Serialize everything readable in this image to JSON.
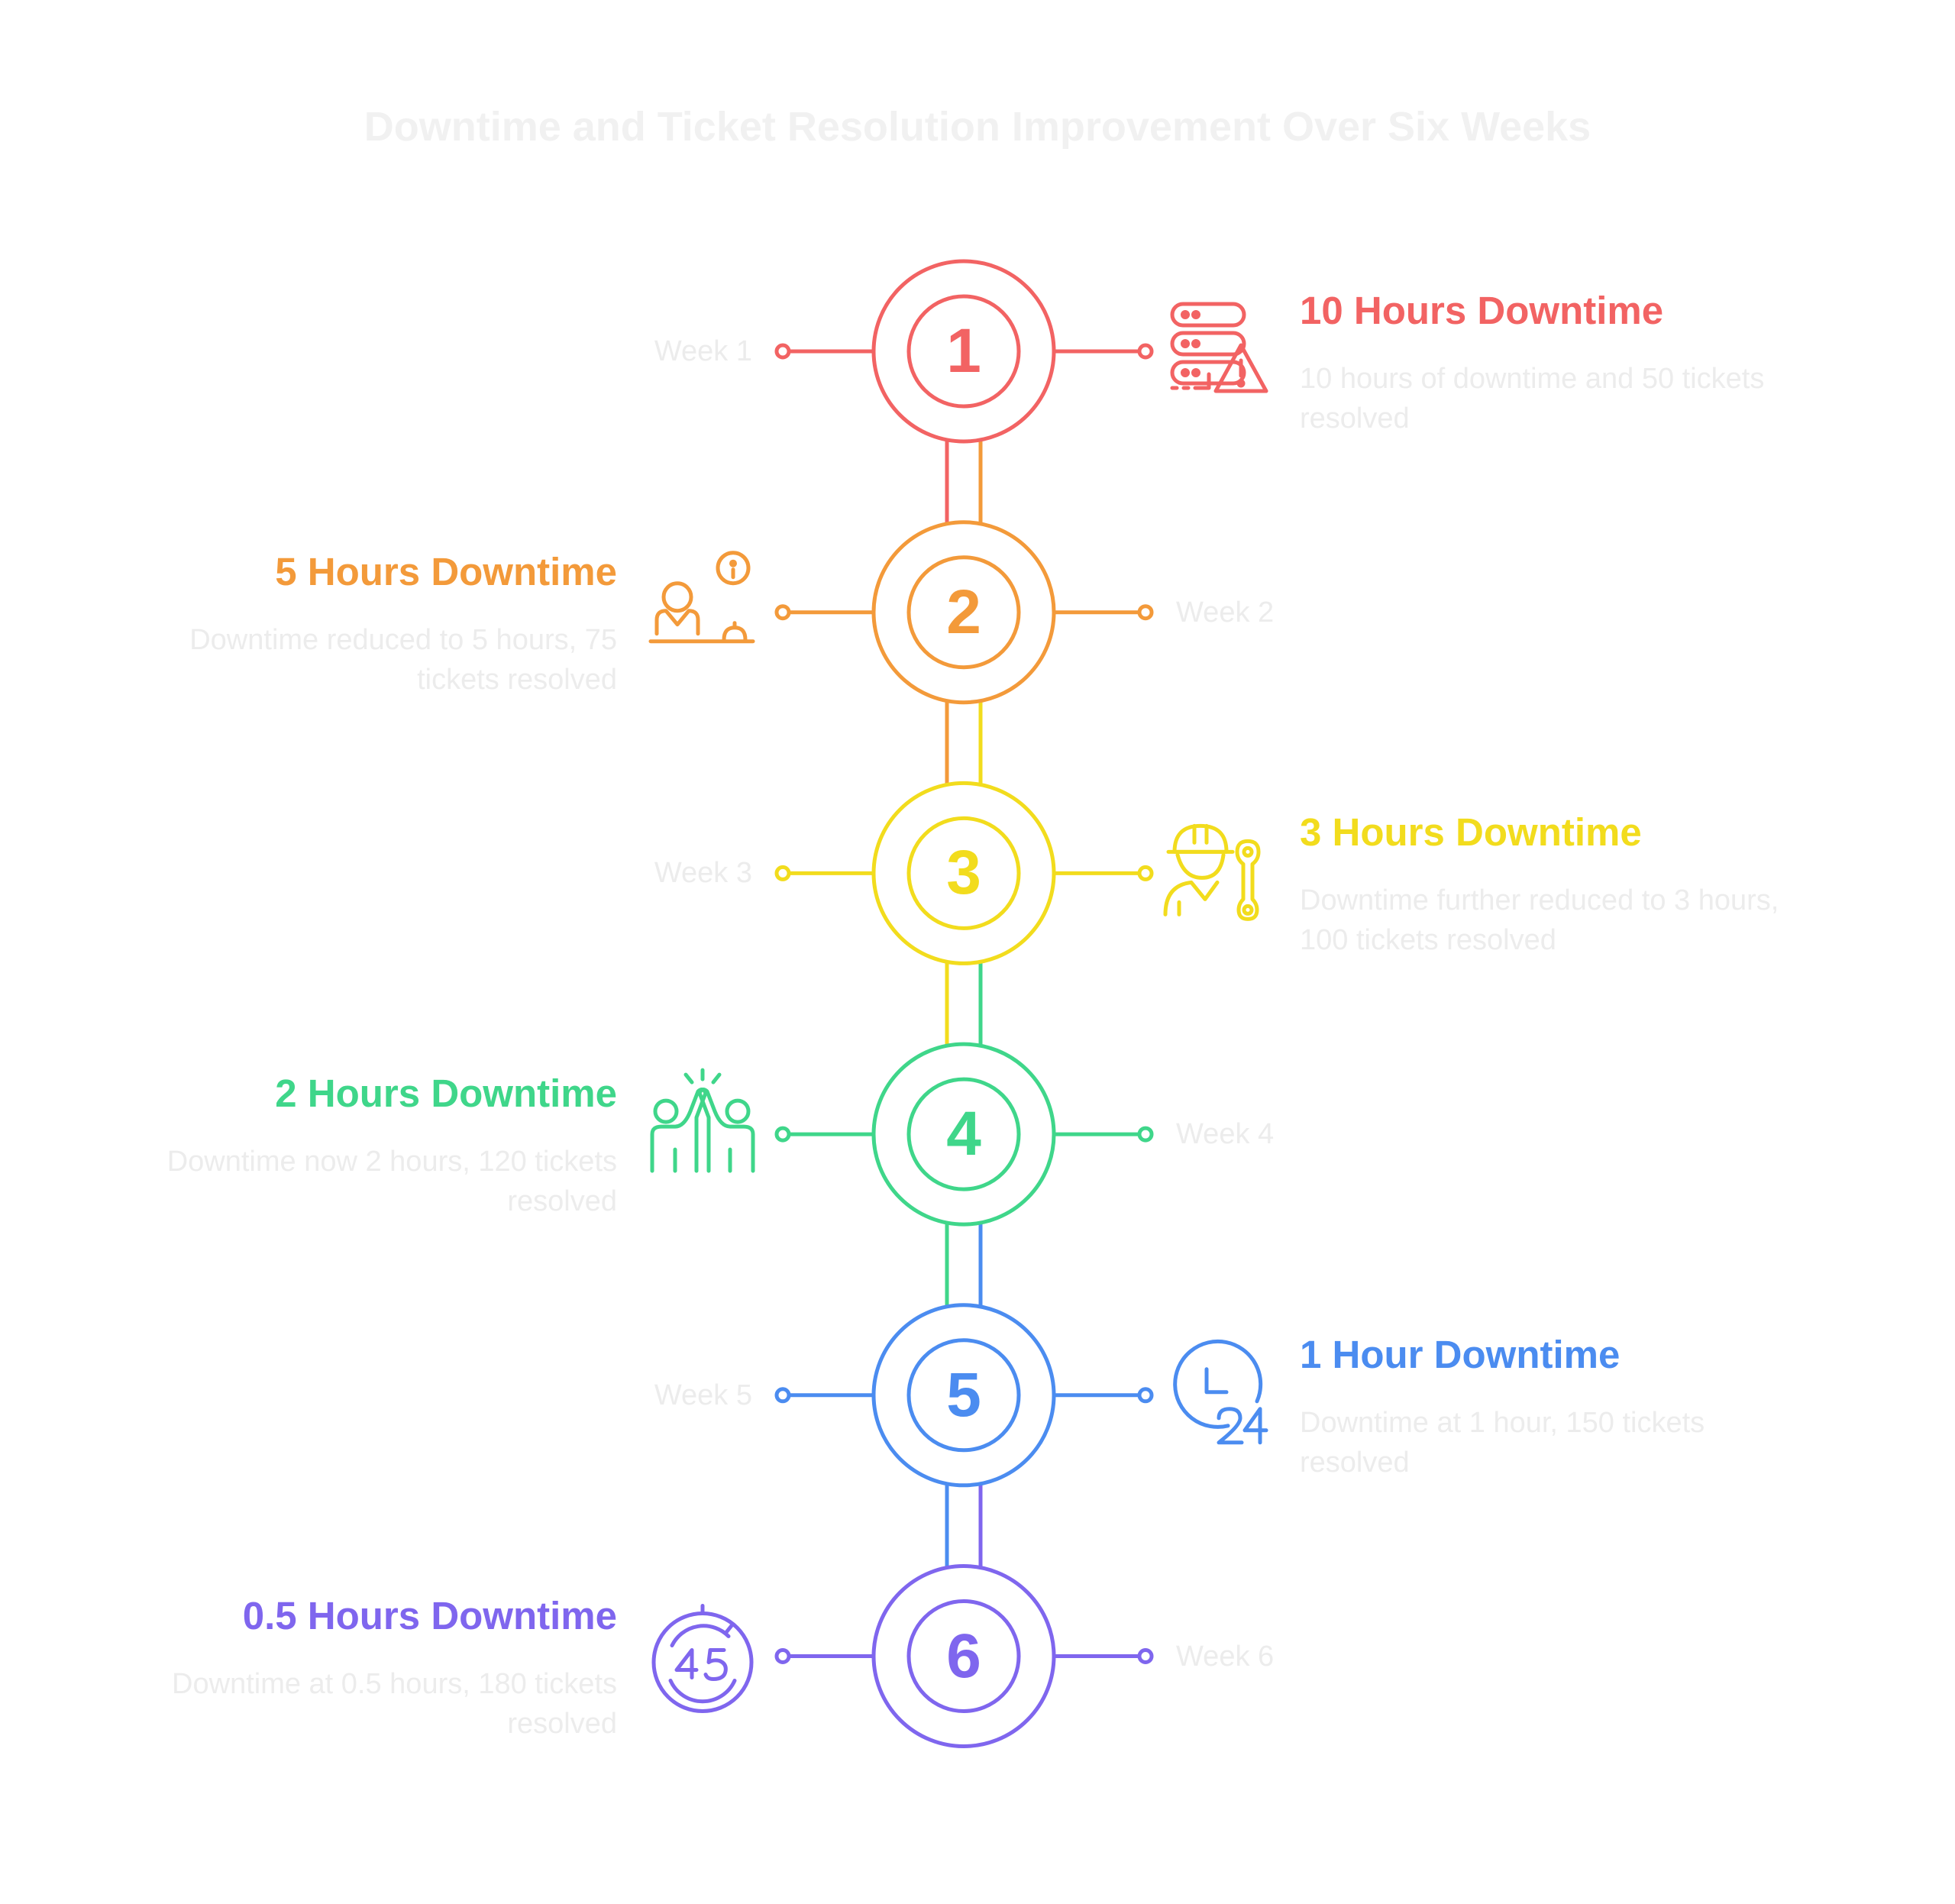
{
  "title": "Downtime and Ticket Resolution Improvement Over Six Weeks",
  "steps": [
    {
      "number": "1",
      "week": "Week 1",
      "heading": "10 Hours Downtime",
      "description": "10 hours of downtime and 50 tickets resolved",
      "color": "#f26363",
      "side": "right",
      "icon": "server-warning-icon"
    },
    {
      "number": "2",
      "week": "Week 2",
      "heading": "5 Hours Downtime",
      "description": "Downtime reduced to 5 hours, 75 tickets resolved",
      "color": "#f39a3a",
      "side": "left",
      "icon": "help-desk-icon"
    },
    {
      "number": "3",
      "week": "Week 3",
      "heading": "3 Hours Downtime",
      "description": "Downtime further reduced to 3 hours, 100 tickets resolved",
      "color": "#f2dc1d",
      "side": "right",
      "icon": "technician-wrench-icon"
    },
    {
      "number": "4",
      "week": "Week 4",
      "heading": "2 Hours Downtime",
      "description": "Downtime now 2 hours, 120 tickets resolved",
      "color": "#3fd68a",
      "side": "left",
      "icon": "high-five-icon"
    },
    {
      "number": "5",
      "week": "Week 5",
      "heading": "1 Hour Downtime",
      "description": "Downtime at 1 hour, 150 tickets resolved",
      "color": "#4b8cf0",
      "side": "right",
      "icon": "clock-24-icon"
    },
    {
      "number": "6",
      "week": "Week 6",
      "heading": "0.5 Hours Downtime",
      "description": "Downtime at 0.5 hours, 180 tickets resolved",
      "color": "#7f66ee",
      "side": "left",
      "icon": "stopwatch-45-icon"
    }
  ]
}
